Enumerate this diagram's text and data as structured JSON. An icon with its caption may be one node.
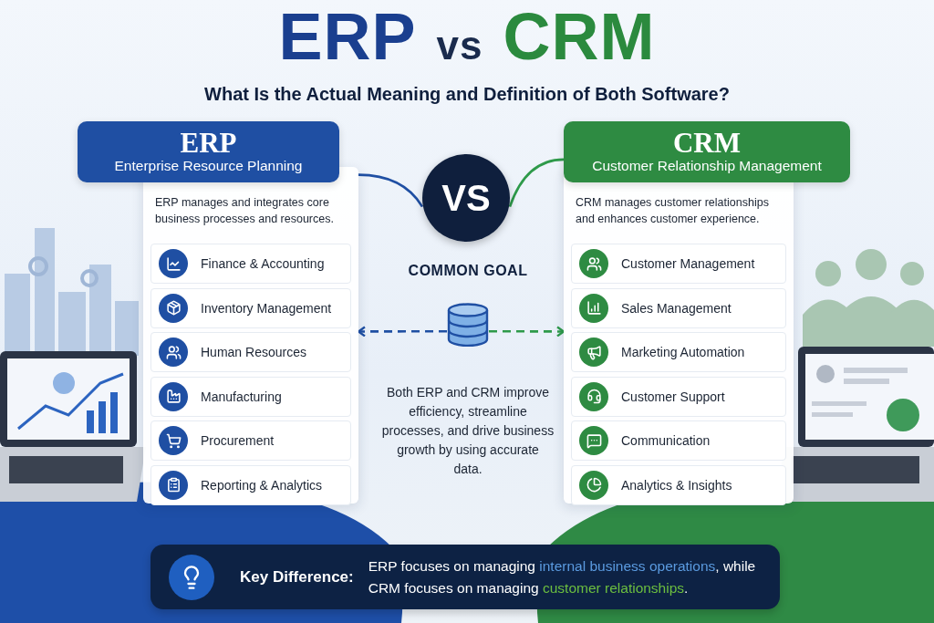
{
  "diagram": {
    "nodes": [
      {
        "text": [
          "ERP",
          "Enterprise Resource Planning",
          "ERP manages and integrates core business processes and resources."
        ]
      },
      {
        "text": [
          "Finance & Accounting"
        ],
        "in": 0
      },
      {
        "text": [
          "Inventory Management"
        ],
        "in": 0
      },
      {
        "text": [
          "Human Resources"
        ],
        "in": 0
      },
      {
        "text": [
          "Manufacturing"
        ],
        "in": 0
      },
      {
        "text": [
          "Procurement"
        ],
        "in": 0
      },
      {
        "text": [
          "Reporting & Analytics"
        ],
        "in": 0
      },
      {
        "text": [
          "VS"
        ]
      },
      {
        "text": [
          "CRM",
          "Customer Relationship Management",
          "CRM manages customer relationships and enhances customer experience."
        ]
      },
      {
        "text": [
          "Customer Management"
        ],
        "in": 8
      },
      {
        "text": [
          "Sales Management"
        ],
        "in": 8
      },
      {
        "text": [
          "Marketing Automation"
        ],
        "in": 8
      },
      {
        "text": [
          "Customer Support"
        ],
        "in": 8
      },
      {
        "text": [
          "Communication"
        ],
        "in": 8
      },
      {
        "text": [
          "Analytics & Insights"
        ],
        "in": 8
      },
      {
        "text": [
          "COMMON GOAL"
        ]
      },
      {
        "text": [],
        "shape": "cylinder"
      },
      {
        "text": [
          "Both ERP and CRM improve efficiency, streamline processes, and drive business growth by using accurate data."
        ]
      },
      {
        "text": [
          "Key Difference:",
          "ERP focuses on managing **internal business operations**, while CRM focuses on managing **customer relationships**."
        ]
      }
    ],
    "edges": [
      {
        "from": 16,
        "to": 0,
        "arrow": "to",
        "style": "dashed",
        "color": "#1f4fa3"
      },
      {
        "from": 16,
        "to": 8,
        "arrow": "to",
        "style": "dashed",
        "color": "#2e9a4a"
      },
      {
        "from": 0,
        "to": 7,
        "arrow": "none",
        "color": "#1f4fa3"
      },
      {
        "from": 8,
        "to": 7,
        "arrow": "none",
        "color": "#2e9a4a"
      }
    ],
    "labels": [
      "ERP",
      "vs",
      "CRM",
      "What Is the Actual Meaning and Definition of Both Software?"
    ]
  }
}
